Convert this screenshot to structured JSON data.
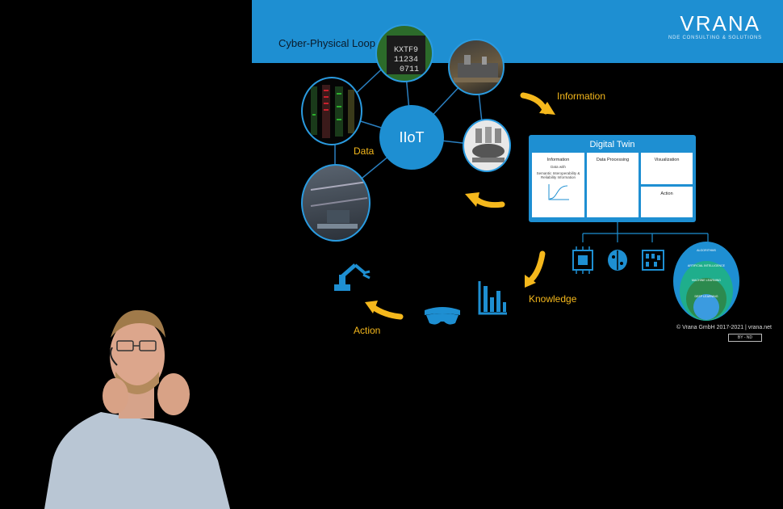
{
  "header": {
    "brand": "VRANA",
    "tagline": "NDE CONSULTING & SOLUTIONS"
  },
  "diagram": {
    "loop_title": "Cyber-Physical Loop",
    "center_label": "IIoT",
    "labels": {
      "information": "Information",
      "data": "Data",
      "knowledge": "Knowledge",
      "action": "Action"
    },
    "chip_text": [
      "KXTF9",
      "11234",
      "0711"
    ]
  },
  "digital_twin": {
    "title": "Digital Twin",
    "panels": {
      "information": "Information",
      "information_sub1": "Data with",
      "information_sub2": "Semantic Interoperability & Reliability Information",
      "processing": "Data Processing",
      "visualization": "Visualization",
      "action": "Action"
    }
  },
  "ai_nested": {
    "layers": [
      "ALGORITHMS",
      "ARTIFICIAL INTELLIGENCE",
      "MACHINE LEARNING",
      "DEEP LEARNING"
    ]
  },
  "footer": {
    "copyright": "© Vrana GmbH 2017-2021 | vrana.net",
    "license": "BY - ND"
  },
  "colors": {
    "accent_blue": "#1e8fd2",
    "arrow_yellow": "#f5b81c",
    "background": "#000000"
  }
}
